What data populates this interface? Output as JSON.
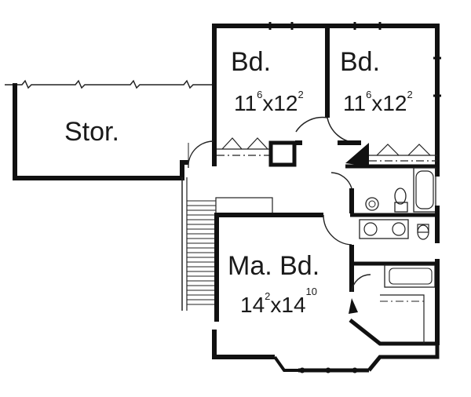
{
  "rooms": [
    {
      "name": "Stor.",
      "dims": ""
    },
    {
      "name": "Bd.",
      "w_ft": "11",
      "w_in": "6",
      "x": "x",
      "l_ft": "12",
      "l_in": "2"
    },
    {
      "name": "Bd.",
      "w_ft": "11",
      "w_in": "6",
      "x": "x",
      "l_ft": "12",
      "l_in": "2"
    },
    {
      "name": "Ma. Bd.",
      "w_ft": "14",
      "w_in": "2",
      "x": "x",
      "l_ft": "14",
      "l_in": "10"
    }
  ],
  "colors": {
    "wall": "#111111",
    "line": "#222222",
    "background": "#ffffff"
  }
}
